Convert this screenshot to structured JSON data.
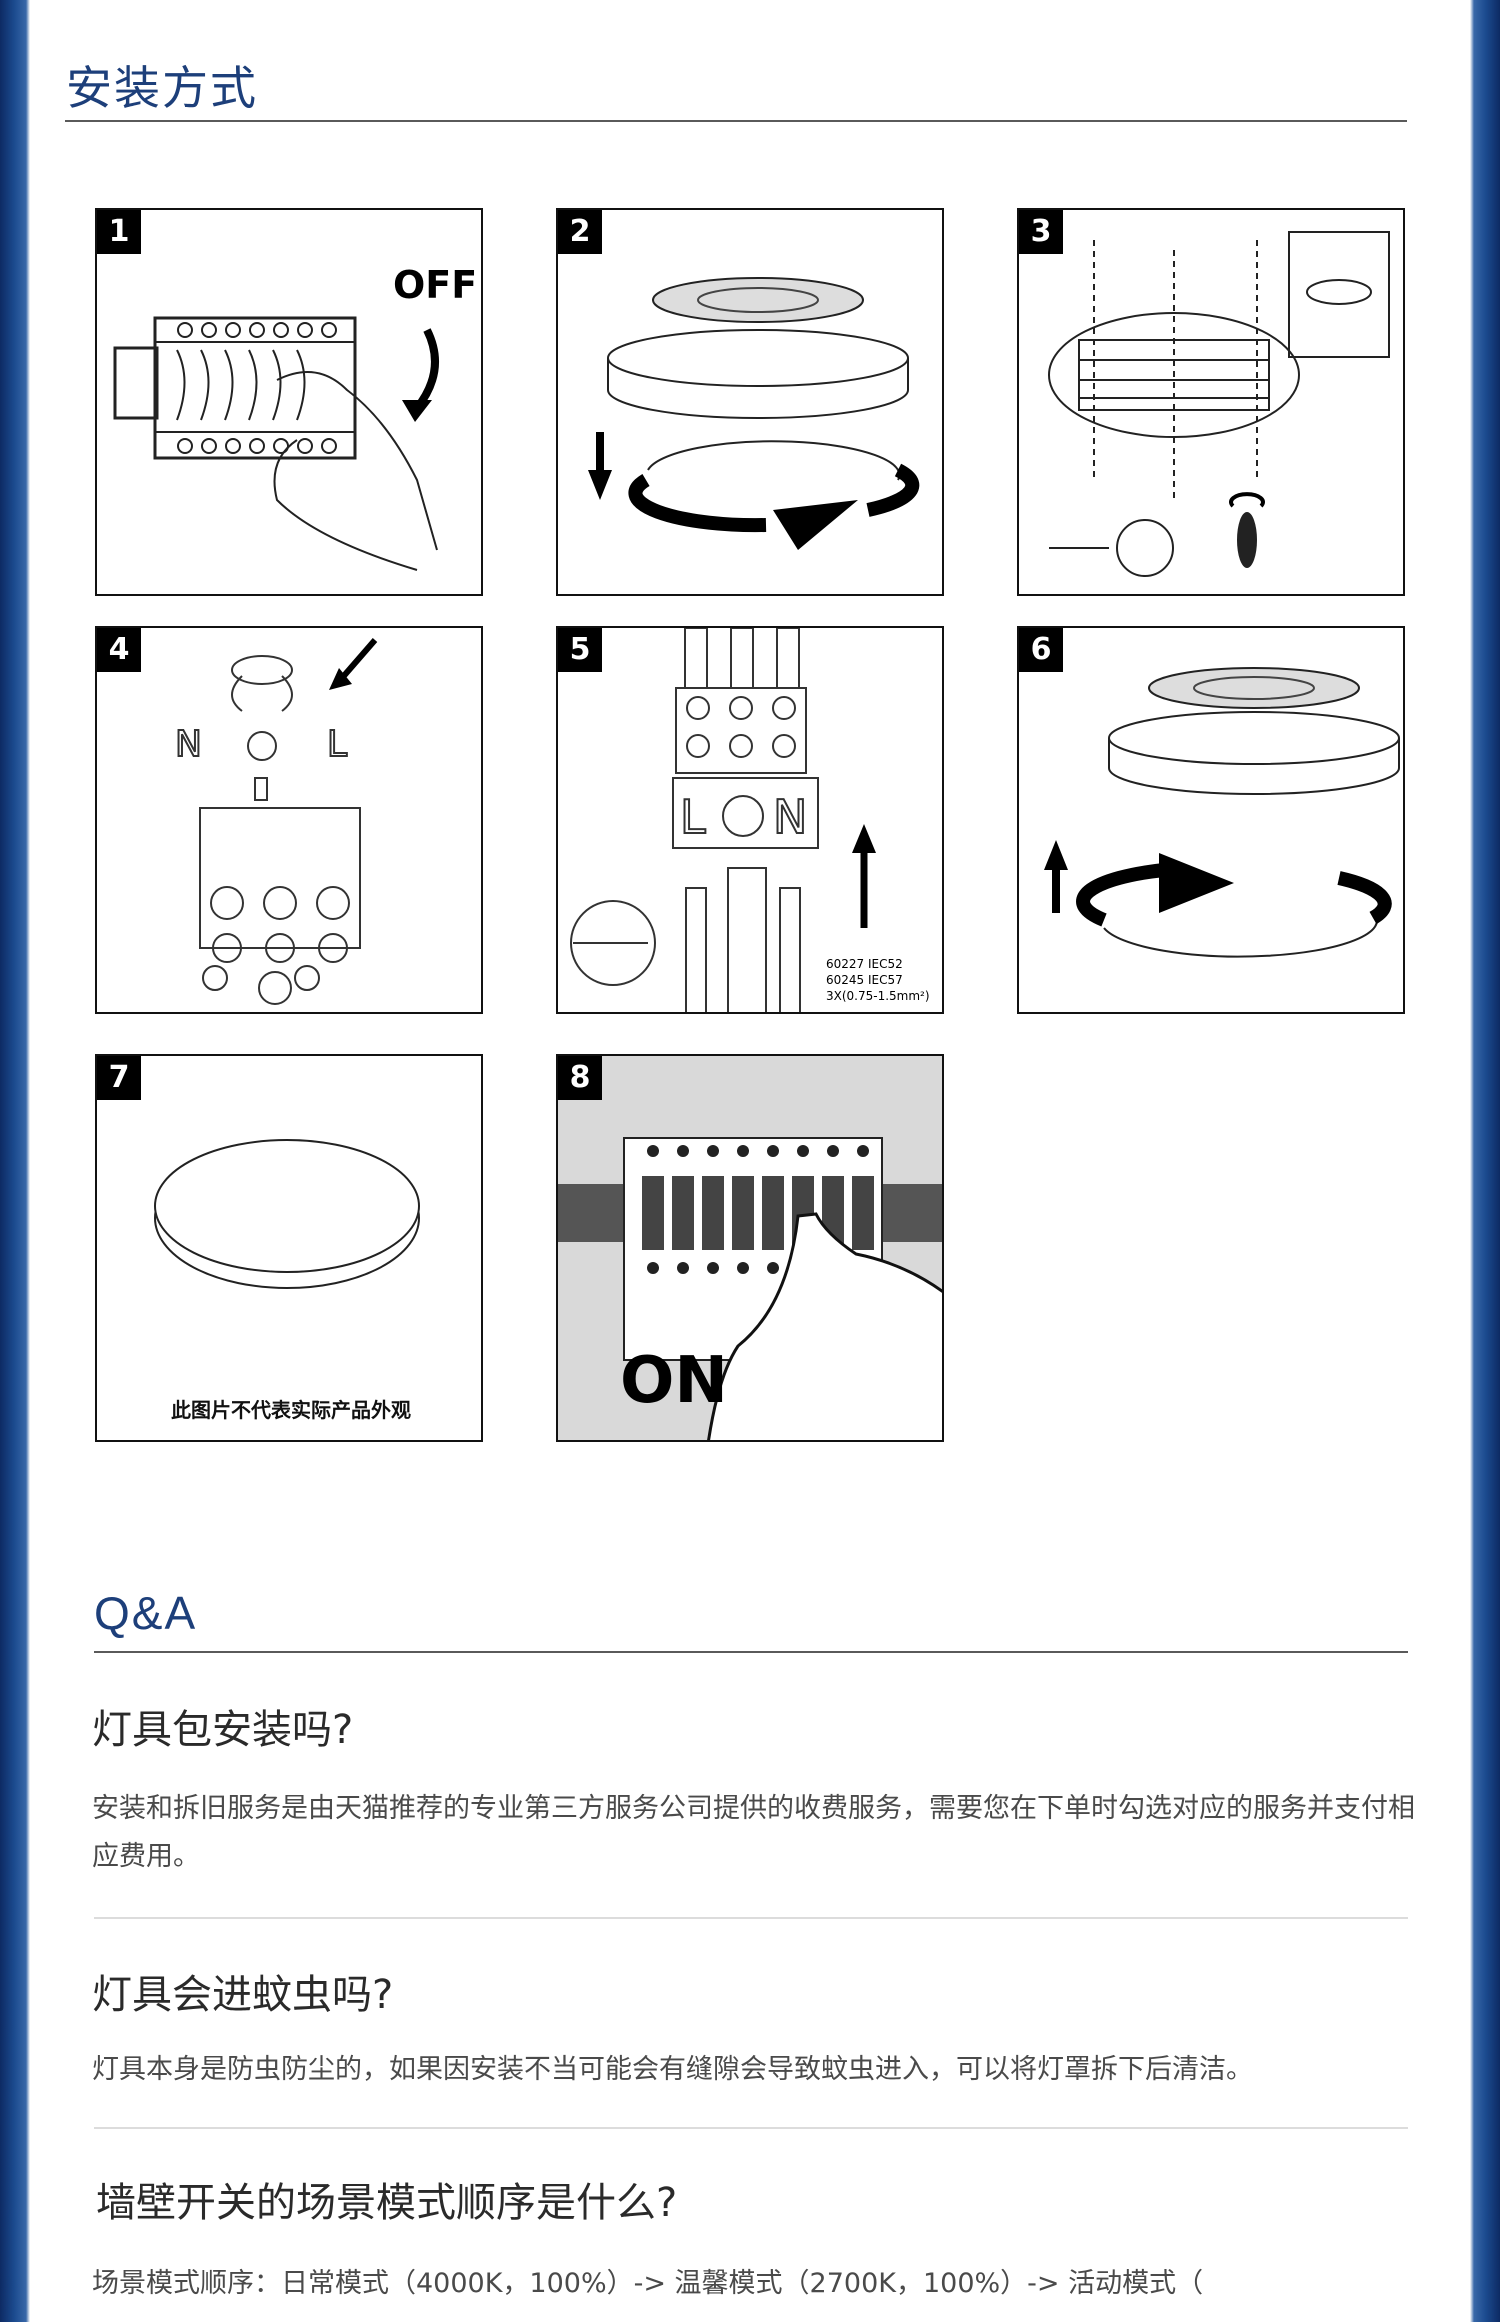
{
  "install": {
    "title": "安装方式",
    "steps": [
      {
        "num": "1",
        "label": "OFF"
      },
      {
        "num": "2"
      },
      {
        "num": "3"
      },
      {
        "num": "4"
      },
      {
        "num": "5",
        "spec1": "60227 IEC52",
        "spec2": "60245 IEC57",
        "spec3": "3X(0.75-1.5mm²)"
      },
      {
        "num": "6"
      },
      {
        "num": "7",
        "caption": "此图片不代表实际产品外观"
      },
      {
        "num": "8",
        "label": "ON"
      }
    ]
  },
  "qa": {
    "title": "Q&A",
    "items": [
      {
        "question": "灯具包安装吗?",
        "answer": "安装和拆旧服务是由天猫推荐的专业第三方服务公司提供的收费服务，需要您在下单时勾选对应的服务并支付相应费用。"
      },
      {
        "question": "灯具会进蚊虫吗?",
        "answer": "灯具本身是防虫防尘的，如果因安装不当可能会有缝隙会导致蚊虫进入，可以将灯罩拆下后清洁。"
      },
      {
        "question": "墙壁开关的场景模式顺序是什么?",
        "answer": "场景模式顺序：日常模式（4000K，100%）-> 温馨模式（2700K，100%）-> 活动模式（"
      }
    ]
  }
}
